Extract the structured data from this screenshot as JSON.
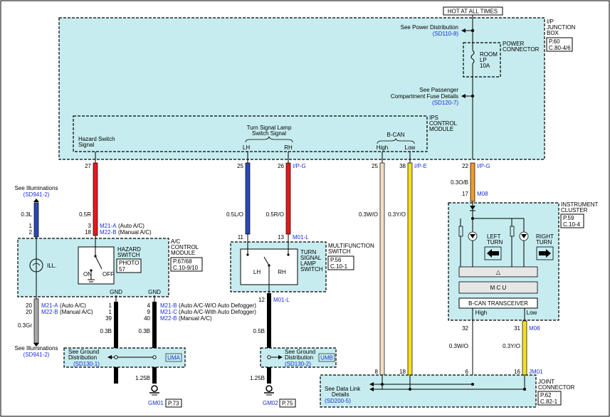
{
  "colors": {
    "panel_fill": "#c6ecef",
    "red_wire": "#e8181c",
    "blue_wire": "#2a49b6",
    "white_wire": "#f3dfc3",
    "yellow_wire": "#f2e21b",
    "orange_wire": "#f29a28",
    "gray_wire": "#a8a8a8",
    "black_wire": "#000000",
    "link_blue": "#1a2fd6"
  },
  "power": {
    "hot_label": "HOT AT ALL TIMES",
    "see_power_dist": "See Power Distribution",
    "power_dist_ref": "(SD110-8)",
    "power_connector": "POWER\nCONNECTOR",
    "fuse_room": "ROOM",
    "fuse_lp": "LP",
    "fuse_amp": "10A",
    "see_passenger_1": "See Passenger",
    "see_passenger_2": "Compartment Fuse Details",
    "passenger_ref": "(SD120-7)"
  },
  "ip_junction": {
    "name_1": "I/P",
    "name_2": "JUNCTION",
    "name_3": "BOX",
    "page": "P.60",
    "conn": "C.80-4/6"
  },
  "ips_module": {
    "name_1": "IPS",
    "name_2": "CONTROL",
    "name_3": "MODULE",
    "hazard_signal_1": "Hazard Switch",
    "hazard_signal_2": "Signal",
    "turn_signal_1": "Turn Signal Lamp",
    "turn_signal_2": "Switch Signal",
    "lh": "LH",
    "rh": "RH",
    "bcan": "B-CAN",
    "high": "High",
    "low": "Low"
  },
  "pins_top": {
    "p27": "27",
    "p25a": "25",
    "p26": "26",
    "ipg1": "I/P-G",
    "p25b": "25",
    "p38": "38",
    "ipe": "I/P-E",
    "p22": "22",
    "ipg2": "I/P-G"
  },
  "wires": {
    "w05r_a": "0.5R",
    "w05lo": "0.5L/O",
    "w05ro": "0.5R/O",
    "w03wo_a": "0.3W/O",
    "w03yo_a": "0.3Y/O",
    "w03ob": "0.3O/B",
    "w03l": "0.3L",
    "w03gr": "0.3Gr",
    "w03b_a": "0.3B",
    "w03b_b": "0.3B",
    "w05b": "0.5B",
    "w125b_a": "1.25B",
    "w125b_b": "1.25B",
    "w03wo_b": "0.3W/O",
    "w03yo_b": "0.3Y/O"
  },
  "illum": {
    "see_top": "See Illuminations",
    "ref_top": "(SD941-2)",
    "see_bottom": "See Illuminations",
    "ref_bottom": "(SD941-2)",
    "ill": "ILL."
  },
  "ac_module": {
    "pin1": "1",
    "pin2": "2",
    "pin3": "3",
    "pin18": "18",
    "m21a": "M21-A",
    "m21a_desc": "(Auto A/C)",
    "m22b": "M22-B",
    "m22b_desc": "(Manual A/C)",
    "hazard_1": "HAZARD",
    "hazard_2": "SWITCH",
    "photo_1": "PHOTO",
    "photo_2": "57",
    "on": "ON",
    "off": "OFF",
    "name_1": "A/C",
    "name_2": "CONTROL",
    "name_3": "MODULE",
    "page": "P.67/68",
    "conn": "C.10-9/10",
    "gnd_1": "GND",
    "gnd_2": "GND"
  },
  "ac_bottom": {
    "p20a": "20",
    "p20b": "20",
    "m21a": "M21-A",
    "m21a_desc": "(Auto A/C)",
    "m22b": "M22-B",
    "m22b_desc": "(Manual A/C)",
    "p1": "1",
    "p1b": "1",
    "p39": "39",
    "p4": "4",
    "p9": "9",
    "p40": "40",
    "m21b": "M21-B",
    "m21b_desc": "(Auto A/C-W/O Auto Defogger)",
    "m21c": "M21-C",
    "m21c_desc": "(Auto A/C-With Auto Defogger)",
    "m22b_2": "M22-B",
    "m22b_2_desc": "(Manual A/C)"
  },
  "multifunction": {
    "pin11": "11",
    "pin13": "13",
    "m01l_top": "M01-L",
    "turn_1": "TURN",
    "turn_2": "SIGNAL",
    "turn_3": "LAMP",
    "turn_4": "SWITCH",
    "lh": "LH",
    "rh": "RH",
    "name_1": "MULTIFUNCTION",
    "name_2": "SWITCH",
    "page": "P.56",
    "conn": "C.10-1",
    "pin12": "12",
    "m01l_bot": "M01-L"
  },
  "ground": {
    "see_ground_1": "See Ground",
    "dist_1": "Distribution",
    "ref_1": "(SD130-1)",
    "uma": "UMA",
    "see_ground_2": "See Ground",
    "dist_2": "Distribution",
    "ref_2": "(SD130-2)",
    "umb": "UMB",
    "gm01": "GM01",
    "p73": "P.73",
    "gm02": "GM02",
    "p75": "P.75"
  },
  "cluster": {
    "pin17": "17",
    "m08_top": "M08",
    "name_1": "INSTRUMENT",
    "name_2": "CLUSTER",
    "page": "P.59",
    "conn": "C.10-4",
    "left_1": "LEFT",
    "left_2": "TURN",
    "right_1": "RIGHT",
    "right_2": "TURN",
    "delta": "△",
    "mcu": "M C U",
    "bcan": "B-CAN TRANSCEIVER",
    "high": "High",
    "low": "Low",
    "pin32": "32",
    "pin31": "31",
    "m08_bot": "M08"
  },
  "joint": {
    "p8": "8",
    "p18": "18",
    "p6": "6",
    "p16": "16",
    "jm01": "JM01",
    "name_1": "JOINT",
    "name_2": "CONNECTOR",
    "page": "P.62",
    "conn": "C.82-1",
    "see_data_1": "See Data Link",
    "see_data_2": "Details",
    "ref": "(SD200-5)"
  }
}
